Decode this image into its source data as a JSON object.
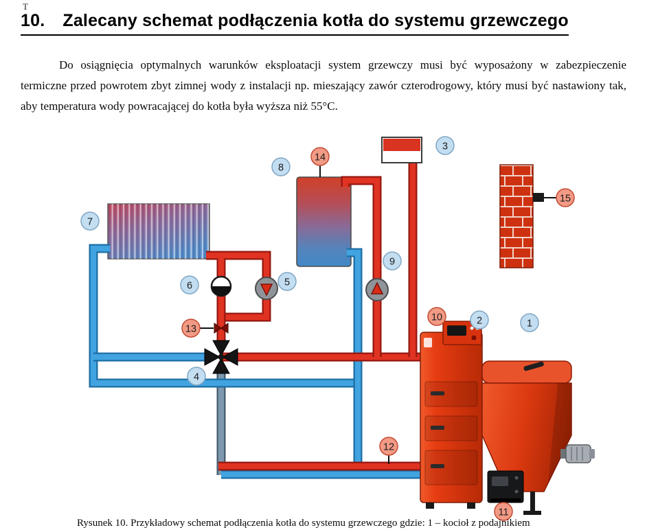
{
  "page": {
    "artifact_top": "T",
    "heading": {
      "number": "10.",
      "title": "Zalecany schemat podłączenia kotła do systemu grzewczego"
    },
    "paragraph": "Do osiągnięcia optymalnych warunków eksploatacji system grzewczy musi być wyposażony w zabezpieczenie termiczne przed powrotem zbyt zimnej wody z instalacji np. mieszający zawór czterodrogowy, który musi być nastawiony tak, aby temperatura wody powracającej do kotła była wyższa niż 55°C.",
    "caption": "Rysunek 10.  Przykładowy schemat podłączenia kotła do systemu grzewczego gdzie: 1 – kocioł z podajnikiem"
  },
  "diagram": {
    "callouts": [
      {
        "n": "1",
        "kind": "blue"
      },
      {
        "n": "2",
        "kind": "blue"
      },
      {
        "n": "3",
        "kind": "blue"
      },
      {
        "n": "4",
        "kind": "blue"
      },
      {
        "n": "5",
        "kind": "blue"
      },
      {
        "n": "6",
        "kind": "blue"
      },
      {
        "n": "7",
        "kind": "blue"
      },
      {
        "n": "8",
        "kind": "blue"
      },
      {
        "n": "9",
        "kind": "blue"
      },
      {
        "n": "10",
        "kind": "red"
      },
      {
        "n": "11",
        "kind": "red"
      },
      {
        "n": "12",
        "kind": "red"
      },
      {
        "n": "13",
        "kind": "red"
      },
      {
        "n": "14",
        "kind": "red"
      },
      {
        "n": "15",
        "kind": "red"
      }
    ],
    "colors": {
      "supply_pipe": "#e03322",
      "return_pipe": "#41a3e0",
      "callout_blue": "#c3ddf1",
      "callout_red": "#f29a85",
      "boiler_red": "#e63c12",
      "chimney_brick": "#ce3110"
    }
  }
}
